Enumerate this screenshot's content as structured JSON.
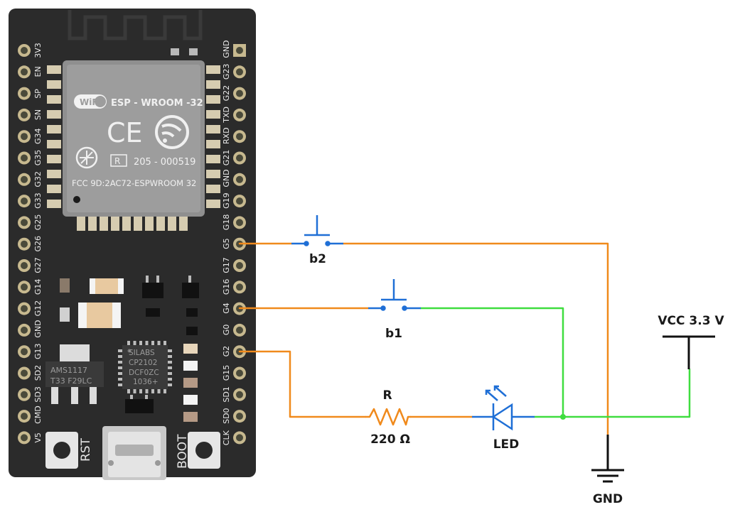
{
  "board": {
    "pins_left": [
      "3V3",
      "EN",
      "SP",
      "SN",
      "G34",
      "G35",
      "G32",
      "G33",
      "G25",
      "G26",
      "G27",
      "G14",
      "G12",
      "GND",
      "G13",
      "SD2",
      "SD3",
      "CMD",
      "V5"
    ],
    "pins_right": [
      "GND",
      "G23",
      "G22",
      "TXD",
      "RXD",
      "G21",
      "GND",
      "G19",
      "G18",
      "G5",
      "G17",
      "G16",
      "G4",
      "G0",
      "G2",
      "G15",
      "SD1",
      "SD0",
      "CLK"
    ],
    "module_name": "ESP - WROOM -32",
    "wifi_badge": "WiFi",
    "ce_mark": "CE",
    "r_mark": "R",
    "cert_number": "205 - 000519",
    "fcc_id": "FCC 9D:2AC72-ESPWROOM 32",
    "usb_chip_lines": [
      "SILABS",
      "CP2102",
      "DCF0ZC",
      "1036+"
    ],
    "regulator_lines": [
      "AMS1117",
      "T33 F29LC"
    ],
    "rst_label": "RST",
    "boot_label": "BOOT"
  },
  "components": {
    "button_b2": "b2",
    "button_b1": "b1",
    "resistor_name": "R",
    "resistor_value": "220 Ω",
    "led": "LED",
    "vcc": "VCC 3.3 V",
    "gnd": "GND"
  },
  "colors": {
    "board": "#2b2b2b",
    "wire_orange": "#f08a1c",
    "wire_green": "#3fdd3f",
    "component_blue": "#1f6fd6",
    "pin_gold": "#c7b98f"
  }
}
